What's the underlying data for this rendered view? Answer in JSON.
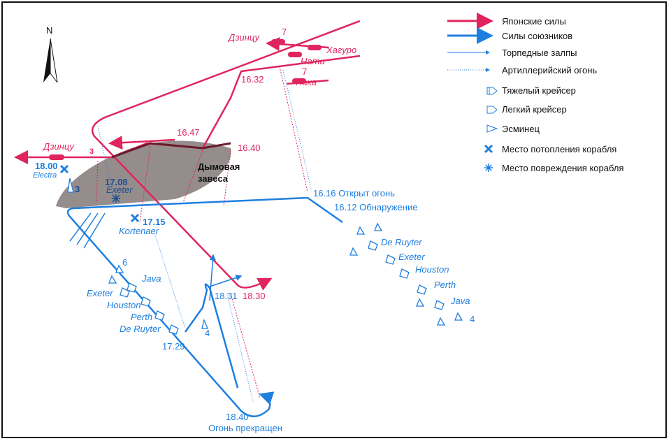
{
  "colors": {
    "japanese": "#e0245e",
    "allied": "#1e7fe0",
    "smoke": "#8a7f80"
  },
  "compass": {
    "label": "N"
  },
  "legend": [
    {
      "icon": "red-arrow-icon",
      "label": "Японские силы"
    },
    {
      "icon": "blue-arrow-icon",
      "label": "Силы союзников"
    },
    {
      "icon": "torpedo-arrow-icon",
      "label": "Торпедные залпы"
    },
    {
      "icon": "dotted-arrow-icon",
      "label": "Артиллерийский огонь"
    },
    {
      "icon": "heavy-cruiser-icon",
      "label": "Тяжелый крейсер"
    },
    {
      "icon": "light-cruiser-icon",
      "label": "Легкий крейсер"
    },
    {
      "icon": "destroyer-icon",
      "label": "Эсминец"
    },
    {
      "icon": "sinking-cross-icon",
      "label": "Место потопления корабля"
    },
    {
      "icon": "damage-star-icon",
      "label": "Место повреждения корабля"
    }
  ],
  "japanese": {
    "ships": [
      "Дзинцу",
      "Хагуро",
      "Нати",
      "Нака",
      "Дзинцу"
    ],
    "counts": [
      "7",
      "7",
      "3"
    ],
    "times": [
      "16.32",
      "16.47",
      "16.40",
      "18.30"
    ]
  },
  "smoke": {
    "label_1": "Дымовая",
    "label_2": "завеса"
  },
  "allied": {
    "events": [
      {
        "time": "18.00",
        "ship": "Electra"
      },
      {
        "time": "17.08",
        "ship": "Exeter"
      },
      {
        "time": "17.15",
        "ship": "Kortenaer"
      }
    ],
    "times": [
      "16.16 Открыт огонь",
      "16.12 Обнаружение",
      "17.29",
      "18.31",
      "18.40",
      "Огонь прекращен"
    ],
    "counts": [
      "3",
      "6",
      "4",
      "4"
    ],
    "column_east": [
      "De Ruyter",
      "Exeter",
      "Houston",
      "Perth",
      "Java"
    ],
    "column_mid": [
      "Java",
      "Exeter",
      "Houston",
      "Perth",
      "De Ruyter"
    ]
  }
}
